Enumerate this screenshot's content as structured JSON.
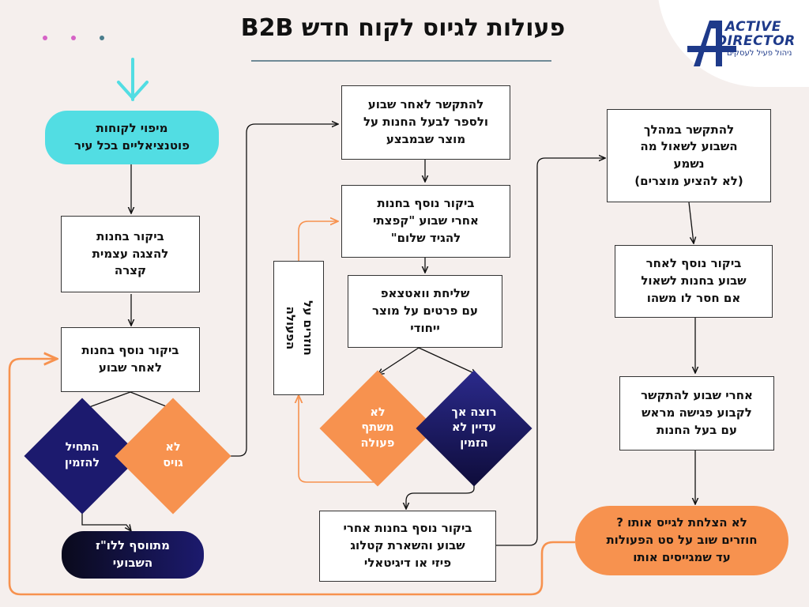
{
  "title": "פעולות לגיוס לקוח חדש B2B",
  "logo": {
    "line1": "ACTIVE",
    "line2": "DIRECTOR",
    "tagline": "ניהול פעיל לעסקים"
  },
  "colors": {
    "background": "#f5efed",
    "cyan": "#52dde3",
    "orange": "#f7924f",
    "navy": "#1c1a6e",
    "logo_blue": "#1e3a8a"
  },
  "nodes": {
    "map_customers": "מיפוי לקוחות\nפוטנציאליים בכל עיר",
    "visit_intro": "ביקור בחנות\nלהצגה עצמית\nקצרה",
    "visit_week": "ביקור נוסף בחנות\nלאחר שבוע",
    "not_recruited": "לא\nגויס",
    "started_order": "התחיל\nלהזמין",
    "added_schedule": "מתווסף ללו\"ז\nהשבועי",
    "call_after_week": "להתקשר לאחר שבוע\nולספר לבעל החנות על\nמוצר שבמבצע",
    "visit_jumped": "ביקור נוסף בחנות\nאחרי שבוע \"קפצתי\nלהגיד שלום\"",
    "whatsapp": "שליחת וואטצאפ\nעם פרטים על מוצר\nייחודי",
    "not_cooperating": "לא\nמשתף\nפעולה",
    "wants_not_ordered": "רוצה אך\nעדיין לא\nהזמין",
    "repeat_action": "חוזרים על\nהפעולה",
    "visit_catalog": "ביקור נוסף בחנות אחרי\nשבוע והשארת קטלוג\nפיזי או דיגיטאלי",
    "call_during_week": "להתקשר במהלך\nהשבוע לשאול מה\nנשמע\n(לא להציע מוצרים)",
    "visit_missing": "ביקור נוסף לאחר\nשבוע בחנות לשאול\nאם חסר לו משהו",
    "call_meeting": "אחרי שבוע להתקשר\nלקבוע פגישה מראש\nעם בעל החנות",
    "not_succeeded": "לא הצלחת לגייס אותו ?\nחוזרים שוב על סט הפעולות\nעד שמגייסים אותו"
  }
}
